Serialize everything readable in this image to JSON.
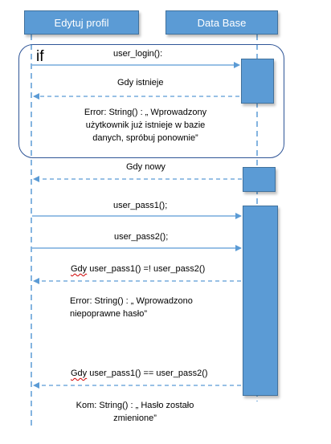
{
  "participants": {
    "left": "Edytuj profil",
    "right": "Data Base"
  },
  "frame": {
    "label": "if"
  },
  "messages": {
    "user_login": "user_login():",
    "gdy_istnieje": "Gdy istnieje",
    "error_exists_line1": "Error: String() : „ Wprowadzony",
    "error_exists_line2": "użytkownik już istnieje w bazie",
    "error_exists_line3": "danych, spróbuj ponownie”",
    "gdy_nowy": "Gdy nowy",
    "user_pass1": "user_pass1();",
    "user_pass2": "user_pass2();",
    "gdy_word_1": "Gdy",
    "cond_neq": " user_pass1() =!  user_pass2()",
    "error_pass_line1": "Error: String() : „ Wprowadzono",
    "error_pass_line2": "niepoprawne hasło”",
    "gdy_word_2": "Gdy",
    "cond_eq": " user_pass1() == user_pass2()",
    "kom_line1": "Kom: String() : „ Hasło zostało",
    "kom_line2": "zmienione”"
  },
  "colors": {
    "box_fill": "#5b9bd5",
    "box_border": "#41719c",
    "line": "#5b9bd5",
    "frame_border": "#2f5597",
    "spellcheck": "#d00000"
  }
}
